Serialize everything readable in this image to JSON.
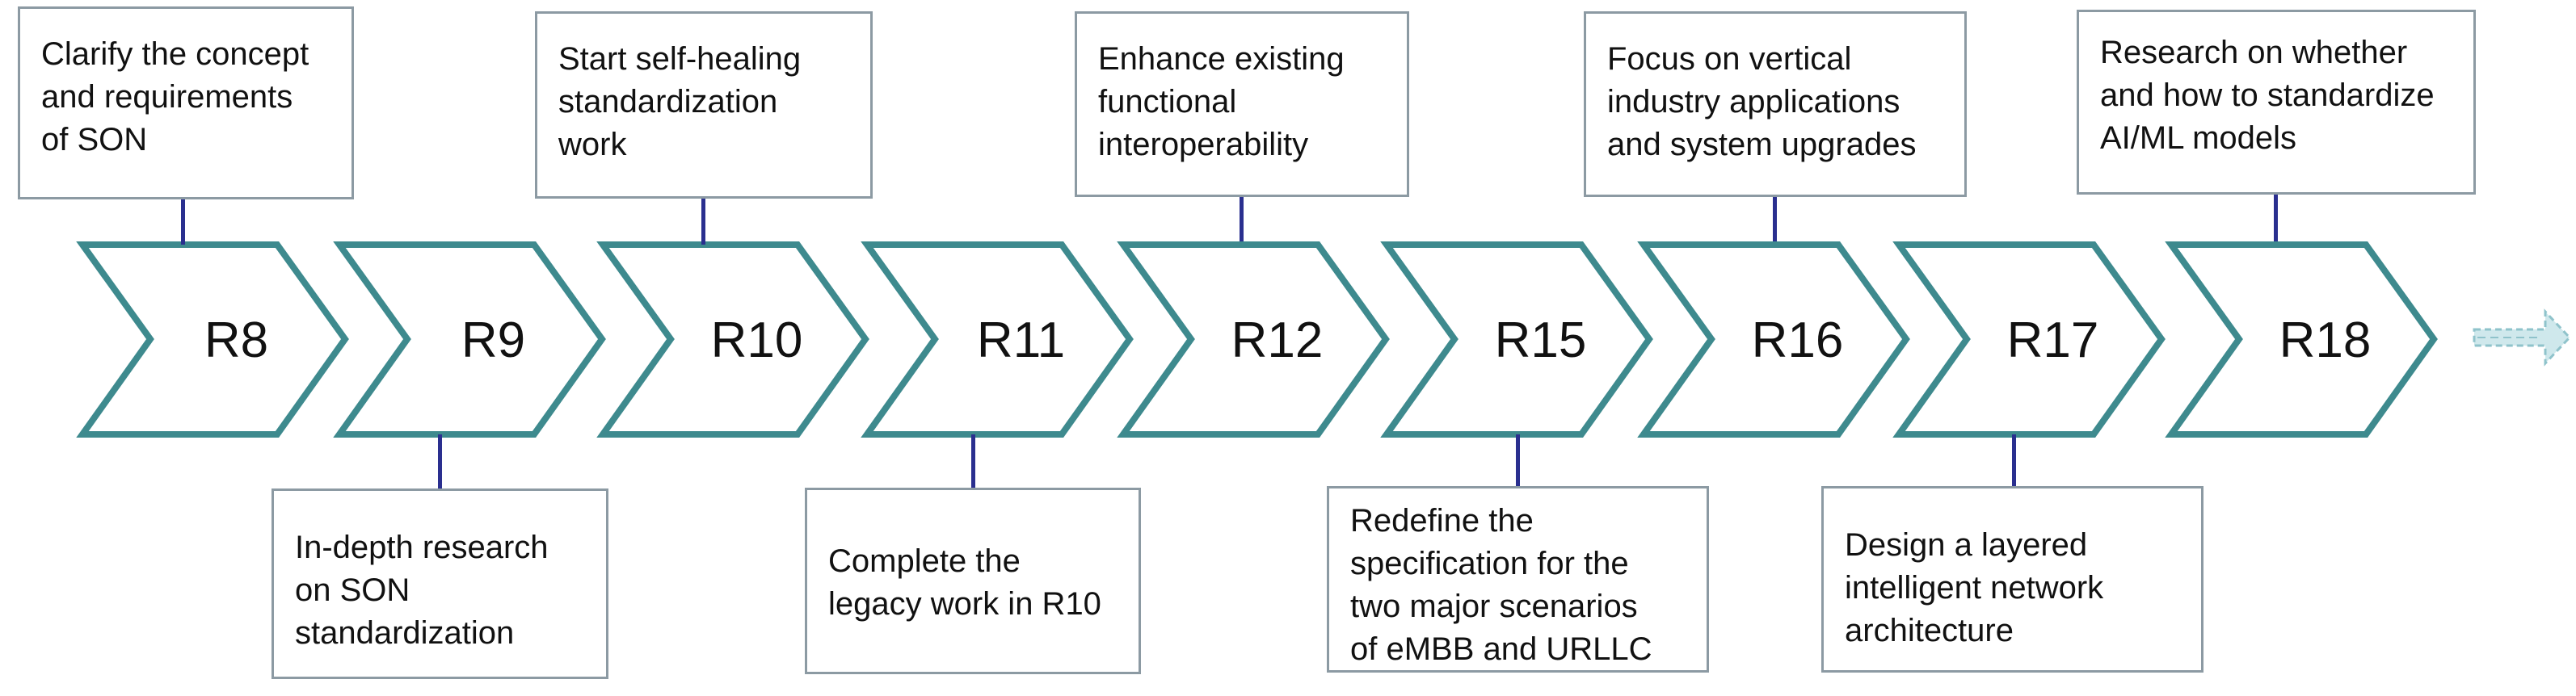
{
  "releases": [
    {
      "label": "R8",
      "note": "Clarify the concept\nand requirements\nof SON"
    },
    {
      "label": "R9",
      "note": "In-depth research\non SON\nstandardization"
    },
    {
      "label": "R10",
      "note": "Start self-healing\nstandardization\nwork"
    },
    {
      "label": "R11",
      "note": "Complete the\nlegacy work in R10"
    },
    {
      "label": "R12",
      "note": "Enhance existing\nfunctional\ninteroperability"
    },
    {
      "label": "R15",
      "note": "Redefine the\nspecification for the\ntwo major scenarios\nof eMBB and URLLC"
    },
    {
      "label": "R16",
      "note": "Focus on vertical\nindustry applications\nand system upgrades"
    },
    {
      "label": "R17",
      "note": "Design a layered\nintelligent network\narchitecture"
    },
    {
      "label": "R18",
      "note": "Research on whether\nand how to standardize\nAI/ML models"
    }
  ],
  "colors": {
    "chevron_stroke": "#3e8a8e",
    "connector": "#2a2f8f",
    "box_border": "#8c9aa3",
    "arrow_fill": "#cfe8ec",
    "arrow_stroke": "#8fc3cb"
  },
  "icons": {
    "continuation": "dashed-right-arrow-icon"
  }
}
